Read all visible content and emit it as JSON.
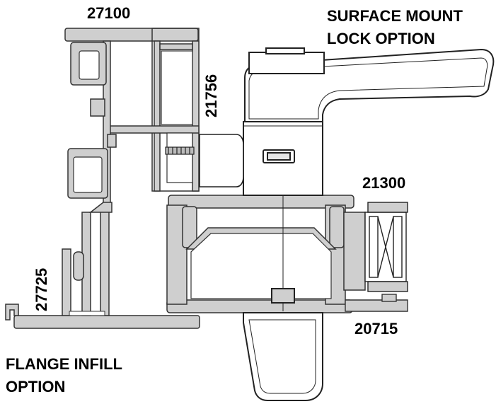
{
  "labels": {
    "top_part": "27100",
    "side_part_1": "21756",
    "mid_part": "21300",
    "low_part": "20715",
    "left_part": "27725"
  },
  "captions": {
    "lock_line1": "SURFACE MOUNT",
    "lock_line2": "LOCK OPTION",
    "flange_line1": "FLANGE INFILL",
    "flange_line2": "OPTION"
  },
  "colors": {
    "profile_fill": "#cfcfcf",
    "profile_stroke": "#333333",
    "handle_fill": "#ffffff",
    "handle_stroke": "#222222"
  }
}
